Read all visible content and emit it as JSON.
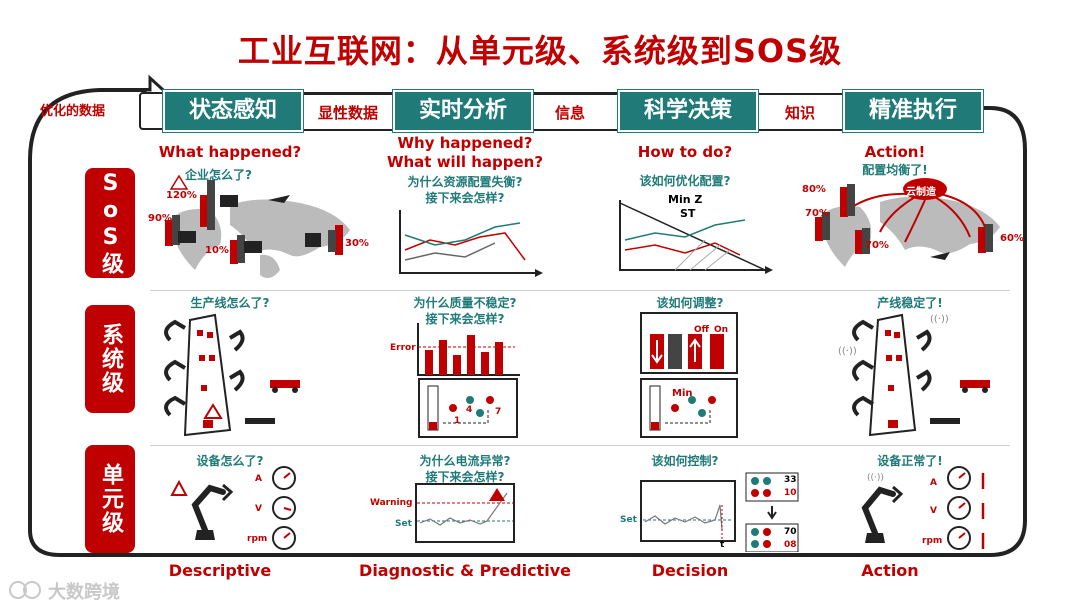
{
  "title": "工业互联网：从单元级、系统级到SOS级",
  "feedback_label": "优化的数据",
  "stages": [
    "状态感知",
    "实时分析",
    "科学决策",
    "精准执行"
  ],
  "connectors": [
    "显性数据",
    "信息",
    "知识"
  ],
  "rows": [
    "SoS级",
    "系统级",
    "单元级"
  ],
  "sos": {
    "q1_en": "What happened?",
    "q1_cn": "企业怎么了?",
    "q1_pcts": [
      "120%",
      "90%",
      "10%",
      "30%"
    ],
    "q2_en1": "Why happened?",
    "q2_en2": "What will happen?",
    "q2_cn1": "为什么资源配置失衡?",
    "q2_cn2": "接下来会怎样?",
    "q3_en": "How to do?",
    "q3_cn": "该如何优化配置?",
    "q3_opt1": "Min Z",
    "q3_opt2": "ST",
    "q4_en": "Action!",
    "q4_cn": "配置均衡了!",
    "q4_cloud": "云制造",
    "q4_pcts": [
      "80%",
      "70%",
      "70%",
      "60%"
    ]
  },
  "system": {
    "q1": "生产线怎么了?",
    "q2a": "为什么质量不稳定?",
    "q2b": "接下来会怎样?",
    "q2_error": "Error",
    "q2_n1": "4",
    "q2_n2": "7",
    "q2_n3": "1",
    "q3": "该如何调整?",
    "q3_off": "Off",
    "q3_on": "On",
    "q3_min": "Min",
    "q4": "产线稳定了!"
  },
  "unit": {
    "q1": "设备怎么了?",
    "gauges": [
      "A",
      "V",
      "rpm"
    ],
    "q2a": "为什么电流异常?",
    "q2b": "接下来会怎样?",
    "q2_warning": "Warning",
    "q2_set": "Set",
    "q3": "该如何控制?",
    "q3_set": "Set",
    "q3_t": "t",
    "q3_val1a": "33",
    "q3_val1b": "10",
    "q3_val2a": "70",
    "q3_val2b": "08",
    "q4": "设备正常了!"
  },
  "bottom": [
    "Descriptive",
    "Diagnostic & Predictive",
    "Decision",
    "Action"
  ],
  "watermark": "大数跨境",
  "colors": {
    "red": "#c00000",
    "teal": "#1f7a78"
  }
}
